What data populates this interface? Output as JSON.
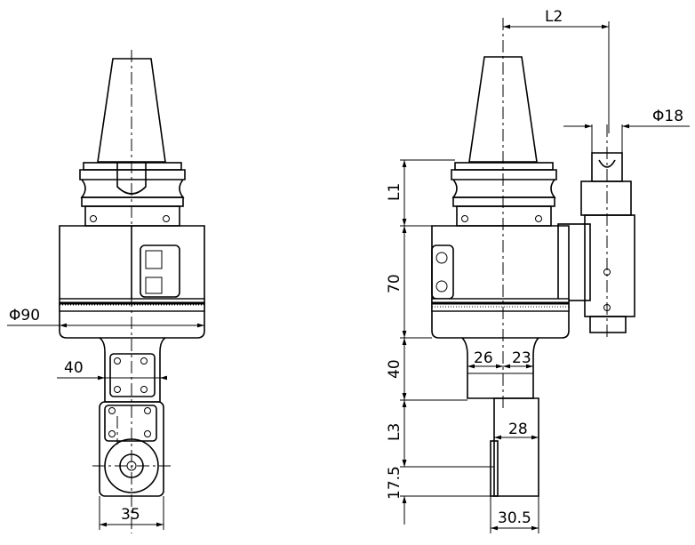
{
  "drawing": {
    "front_view": {
      "dim_diameter": "Φ90",
      "dim_width_body": "40",
      "dim_width_head": "35"
    },
    "side_view": {
      "dim_l2": "L2",
      "dim_diameter_tool": "Φ18",
      "dim_l1": "L1",
      "dim_70": "70",
      "dim_40": "40",
      "dim_l3": "L3",
      "dim_17_5": "17.5",
      "dim_26": "26",
      "dim_23": "23",
      "dim_28": "28",
      "dim_30_5": "30.5"
    }
  }
}
